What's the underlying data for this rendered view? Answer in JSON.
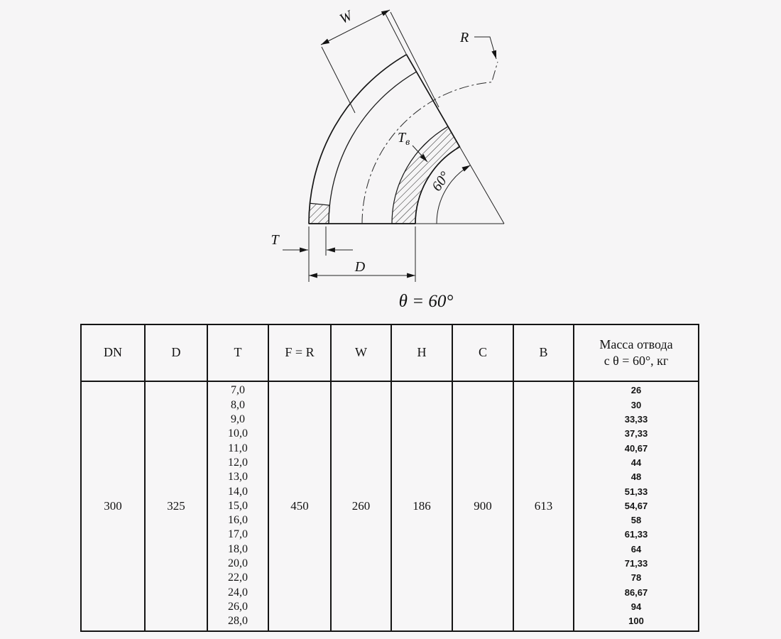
{
  "drawing": {
    "labels": {
      "w": "W",
      "r": "R",
      "tv_main": "Т",
      "tv_sub": "в",
      "angle": "60°",
      "t": "T",
      "d": "D",
      "caption": "θ = 60°"
    }
  },
  "table": {
    "headers": [
      "DN",
      "D",
      "T",
      "F = R",
      "W",
      "H",
      "C",
      "B",
      "Масса отвода\nс θ = 60°, кг"
    ],
    "row": {
      "dn": "300",
      "d": "325",
      "t_values": [
        "7,0",
        "8,0",
        "9,0",
        "10,0",
        "11,0",
        "12,0",
        "13,0",
        "14,0",
        "15,0",
        "16,0",
        "17,0",
        "18,0",
        "20,0",
        "22,0",
        "24,0",
        "26,0",
        "28,0"
      ],
      "f_r": "450",
      "w": "260",
      "h": "186",
      "c": "900",
      "b": "613",
      "mass_values": [
        "26",
        "30",
        "33,33",
        "37,33",
        "40,67",
        "44",
        "48",
        "51,33",
        "54,67",
        "58",
        "61,33",
        "64",
        "71,33",
        "78",
        "86,67",
        "94",
        "100"
      ]
    }
  }
}
